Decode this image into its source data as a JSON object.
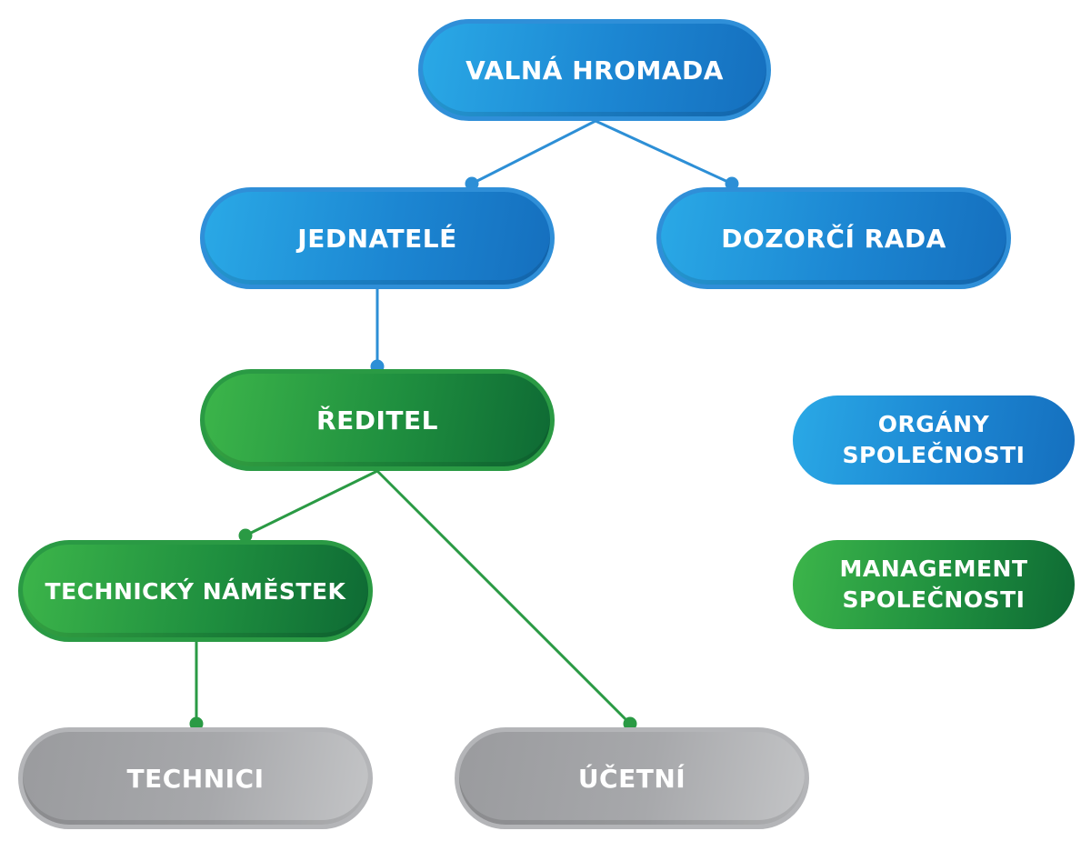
{
  "nodes": {
    "valna_hromada": "VALNÁ HROMADA",
    "jednatele": "JEDNATELÉ",
    "dozorci_rada": "DOZORČÍ RADA",
    "reditel": "ŘEDITEL",
    "technicky_namestek": "TECHNICKÝ NÁMĚSTEK",
    "technici": "TECHNICI",
    "ucetni": "ÚČETNÍ"
  },
  "legend": {
    "organy": [
      "ORGÁNY",
      "SPOLEČNOSTI"
    ],
    "management": [
      "MANAGEMENT",
      "SPOLEČNOSTI"
    ]
  },
  "colors": {
    "organy": "#1c86d2",
    "management": "#1f8f3f",
    "staff": "#a7a8ab"
  }
}
